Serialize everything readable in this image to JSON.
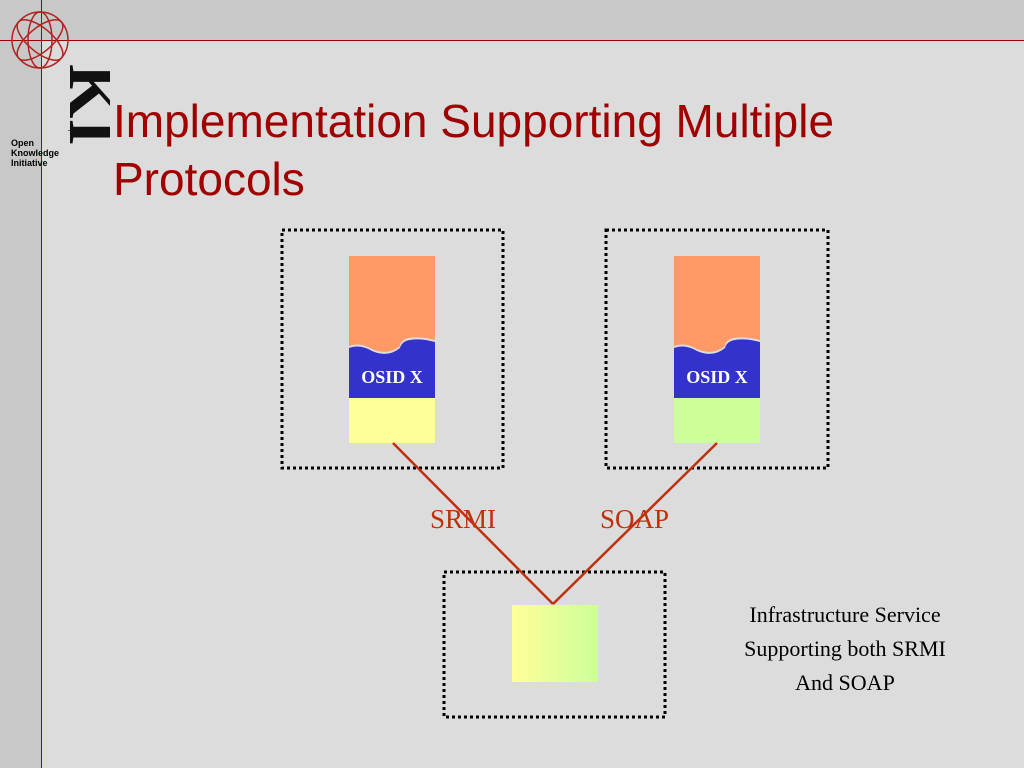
{
  "slide": {
    "title_lines": [
      "Implementation Supporting Multiple",
      "Protocols"
    ]
  },
  "logo": {
    "letters": "KI",
    "trademark": "TM",
    "lines": [
      "Open",
      "Knowledge",
      "Initiative"
    ]
  },
  "diagram": {
    "left_component": {
      "osid_label": "OSID X"
    },
    "right_component": {
      "osid_label": "OSID X"
    },
    "protocols": {
      "left": "SRMI",
      "right": "SOAP"
    },
    "service_caption_lines": [
      "Infrastructure Service",
      "Supporting both SRMI",
      "And SOAP"
    ]
  },
  "colors": {
    "title": "#a00000",
    "rule": "#a00000",
    "background": "#dcdcdc",
    "orange_block": "#ff9966",
    "osid_blue": "#3333cc",
    "left_impl_yellow": "#ffff99",
    "right_impl_green": "#ccff99",
    "connector": "#c0300a"
  }
}
